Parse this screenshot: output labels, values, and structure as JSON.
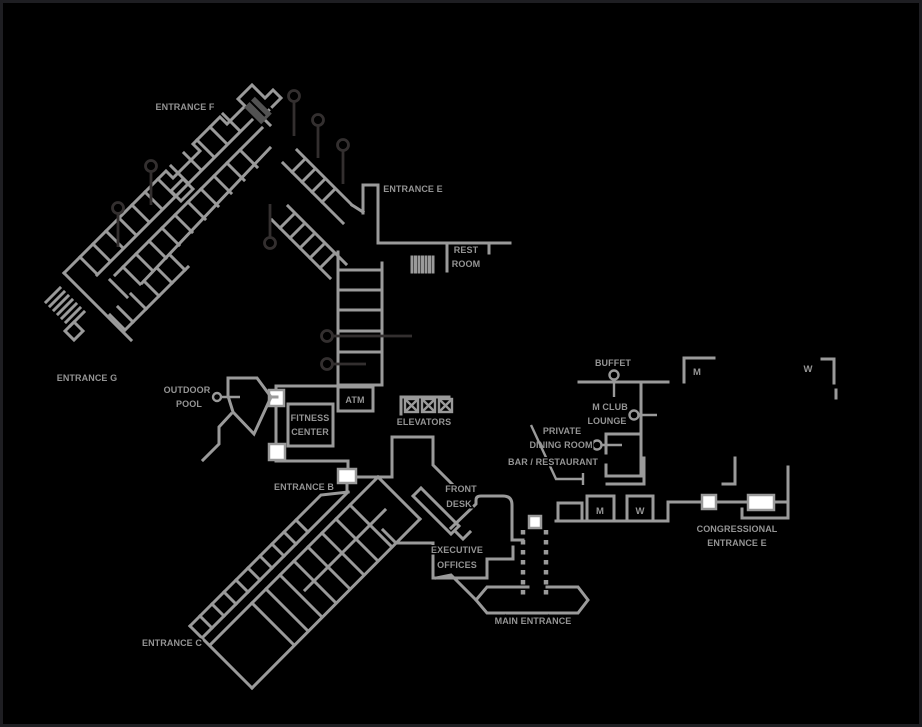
{
  "colors": {
    "background": "#000000",
    "border": "#1e1e22",
    "wall": "#9a9a9a",
    "label": "#949494",
    "door_fill": "#ffffff",
    "site_marker": "#332f2f",
    "vestibule_door": "#525252"
  },
  "labels": {
    "entrance_f": "ENTRANCE F",
    "entrance_e": "ENTRANCE E",
    "rest_room": [
      "REST",
      "ROOM"
    ],
    "entrance_g": "ENTRANCE G",
    "outdoor_pool": [
      "OUTDOOR",
      "POOL"
    ],
    "fitness_center": [
      "FITNESS",
      "CENTER"
    ],
    "atm": "ATM",
    "elevators": "ELEVATORS",
    "entrance_b": "ENTRANCE B",
    "front_desk": [
      "FRONT",
      "DESK"
    ],
    "executive_offices": [
      "EXECUTIVE",
      "OFFICES"
    ],
    "main_entrance": "MAIN ENTRANCE",
    "entrance_c": "ENTRANCE C",
    "buffet": "BUFFET",
    "m_club_lounge": [
      "M CLUB",
      "LOUNGE"
    ],
    "private_dining_room": [
      "PRIVATE",
      "DINING ROOM"
    ],
    "bar_restaurant": "BAR / RESTAURANT",
    "congressional_entrance": [
      "CONGRESSIONAL",
      "ENTRANCE E"
    ],
    "restroom_men": "M",
    "restroom_women": "W",
    "corner_room_m": "M",
    "corner_room_w": "W"
  }
}
